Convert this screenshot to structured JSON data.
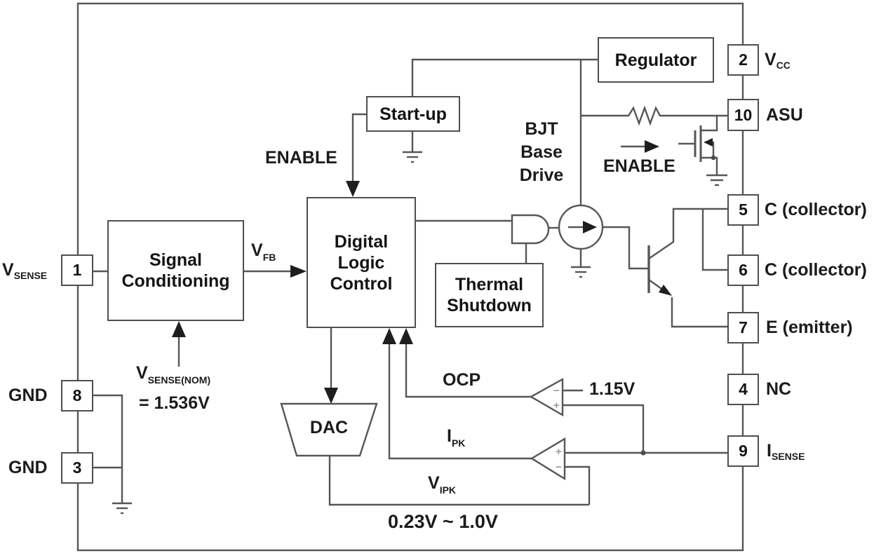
{
  "blocks": {
    "regulator": {
      "label": "Regulator"
    },
    "startup": {
      "label": "Start-up"
    },
    "signal_conditioning": {
      "line1": "Signal",
      "line2": "Conditioning"
    },
    "digital_logic": {
      "line1": "Digital",
      "line2": "Logic",
      "line3": "Control"
    },
    "thermal_shutdown": {
      "line1": "Thermal",
      "line2": "Shutdown"
    },
    "dac": {
      "label": "DAC"
    },
    "bjt_base_drive": {
      "line1": "BJT",
      "line2": "Base",
      "line3": "Drive"
    }
  },
  "pins": {
    "left": [
      {
        "number": "1",
        "name_main": "V",
        "name_sub": "SENSE"
      },
      {
        "number": "8",
        "name": "GND"
      },
      {
        "number": "3",
        "name": "GND"
      }
    ],
    "right": [
      {
        "number": "2",
        "name_main": "V",
        "name_sub": "CC"
      },
      {
        "number": "10",
        "name": "ASU"
      },
      {
        "number": "5",
        "name": "C (collector)"
      },
      {
        "number": "6",
        "name": "C (collector)"
      },
      {
        "number": "7",
        "name": "E (emitter)"
      },
      {
        "number": "4",
        "name": "NC"
      },
      {
        "number": "9",
        "name_main": "I",
        "name_sub": "SENSE"
      }
    ]
  },
  "signals": {
    "enable_top": "ENABLE",
    "enable_mosfet": "ENABLE",
    "vfb_main": "V",
    "vfb_sub": "FB",
    "vsense_nom_main": "V",
    "vsense_nom_sub": "SENSE(NOM)",
    "vsense_nom_value": "= 1.536V",
    "ocp": "OCP",
    "ref_voltage": "1.15V",
    "ipk_main": "I",
    "ipk_sub": "PK",
    "vipk_main": "V",
    "vipk_sub": "IPK",
    "dac_range": "0.23V ~ 1.0V",
    "minus_sign": "−",
    "plus_sign": "+"
  },
  "colors": {
    "wire": "#565656",
    "arrowhead": "#1e1e1e",
    "text": "#1b1b1b",
    "background": "#ffffff"
  }
}
